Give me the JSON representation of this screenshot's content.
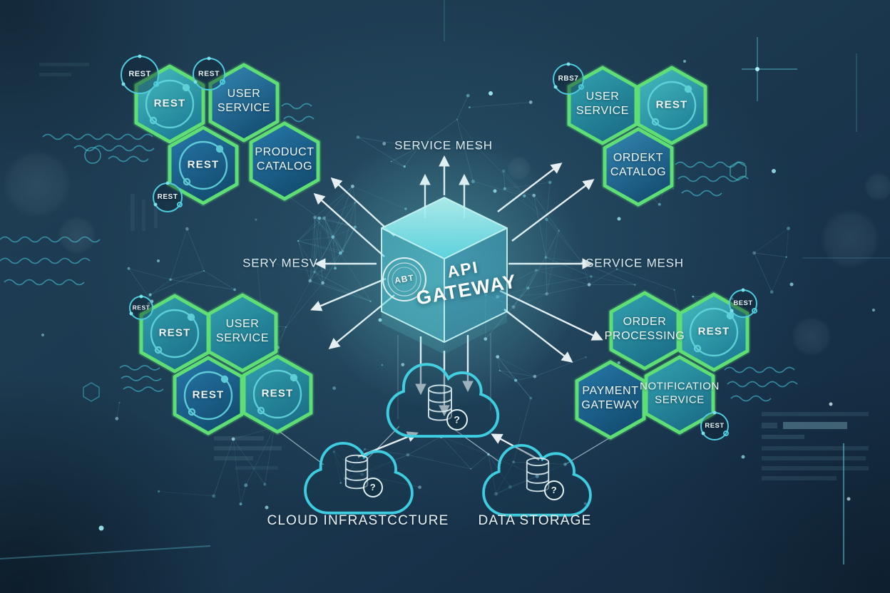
{
  "scene": {
    "gateway": {
      "badge": "ABT",
      "title_line_1": "API",
      "title_line_2": "GATEWAY"
    },
    "mesh_labels": {
      "top": "SERVICE MESH",
      "left": "SERY MESV",
      "right": "SERVICE MESH"
    },
    "cloud_labels": {
      "left": "CLOUD INFRASTCCTURE",
      "right": "DATA STORAGE"
    },
    "icons": {
      "question_mark": "?"
    },
    "clusters": {
      "top_left": {
        "hexagons": [
          {
            "label": "REST"
          },
          {
            "label": "USER\nSERVICE"
          },
          {
            "label": "REST"
          },
          {
            "label": "PRODUCT\nCATALOG"
          }
        ],
        "satellites": [
          {
            "label": "REST"
          },
          {
            "label": "REST"
          },
          {
            "label": "REST"
          }
        ]
      },
      "top_right": {
        "hexagons": [
          {
            "label": "USER\nSERVICE"
          },
          {
            "label": "REST"
          },
          {
            "label": "ORDEKT\nCATALOG"
          }
        ],
        "satellites": [
          {
            "label": "RBS7"
          }
        ]
      },
      "bottom_left": {
        "hexagons": [
          {
            "label": "REST"
          },
          {
            "label": "USER\nSERVICE"
          },
          {
            "label": "REST"
          },
          {
            "label": "REST"
          }
        ],
        "satellites": [
          {
            "label": "REST"
          }
        ]
      },
      "bottom_right": {
        "hexagons": [
          {
            "label": "ORDER\nPROCESSING"
          },
          {
            "label": "REST"
          },
          {
            "label": "PAYMENT\nGATEWAY"
          },
          {
            "label": "NOTIFICATION\nSERVICE"
          }
        ],
        "satellites": [
          {
            "label": "BEST"
          },
          {
            "label": "REST"
          }
        ]
      }
    },
    "colors": {
      "background": "#1b3850",
      "hex_border": "#5ede74",
      "hex_teal": "#2f9fae",
      "hex_blue": "#2478a8",
      "cube": "#6fe6ec",
      "cloud_outline": "#3ecde0",
      "arrow": "#f2f8fa",
      "text": "#f0f7f9"
    }
  }
}
